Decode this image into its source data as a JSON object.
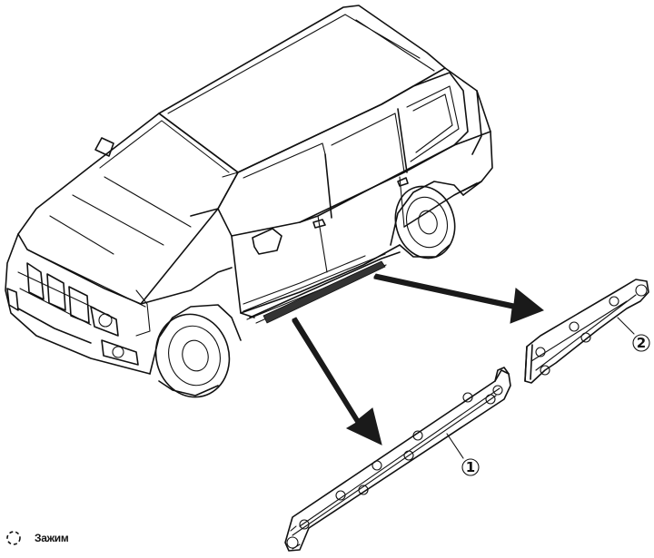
{
  "diagram": {
    "callouts": [
      {
        "id": "part-1",
        "label": "1"
      },
      {
        "id": "part-2",
        "label": "2"
      }
    ],
    "legend": {
      "icon": "clip-icon",
      "label": "Зажим"
    }
  }
}
